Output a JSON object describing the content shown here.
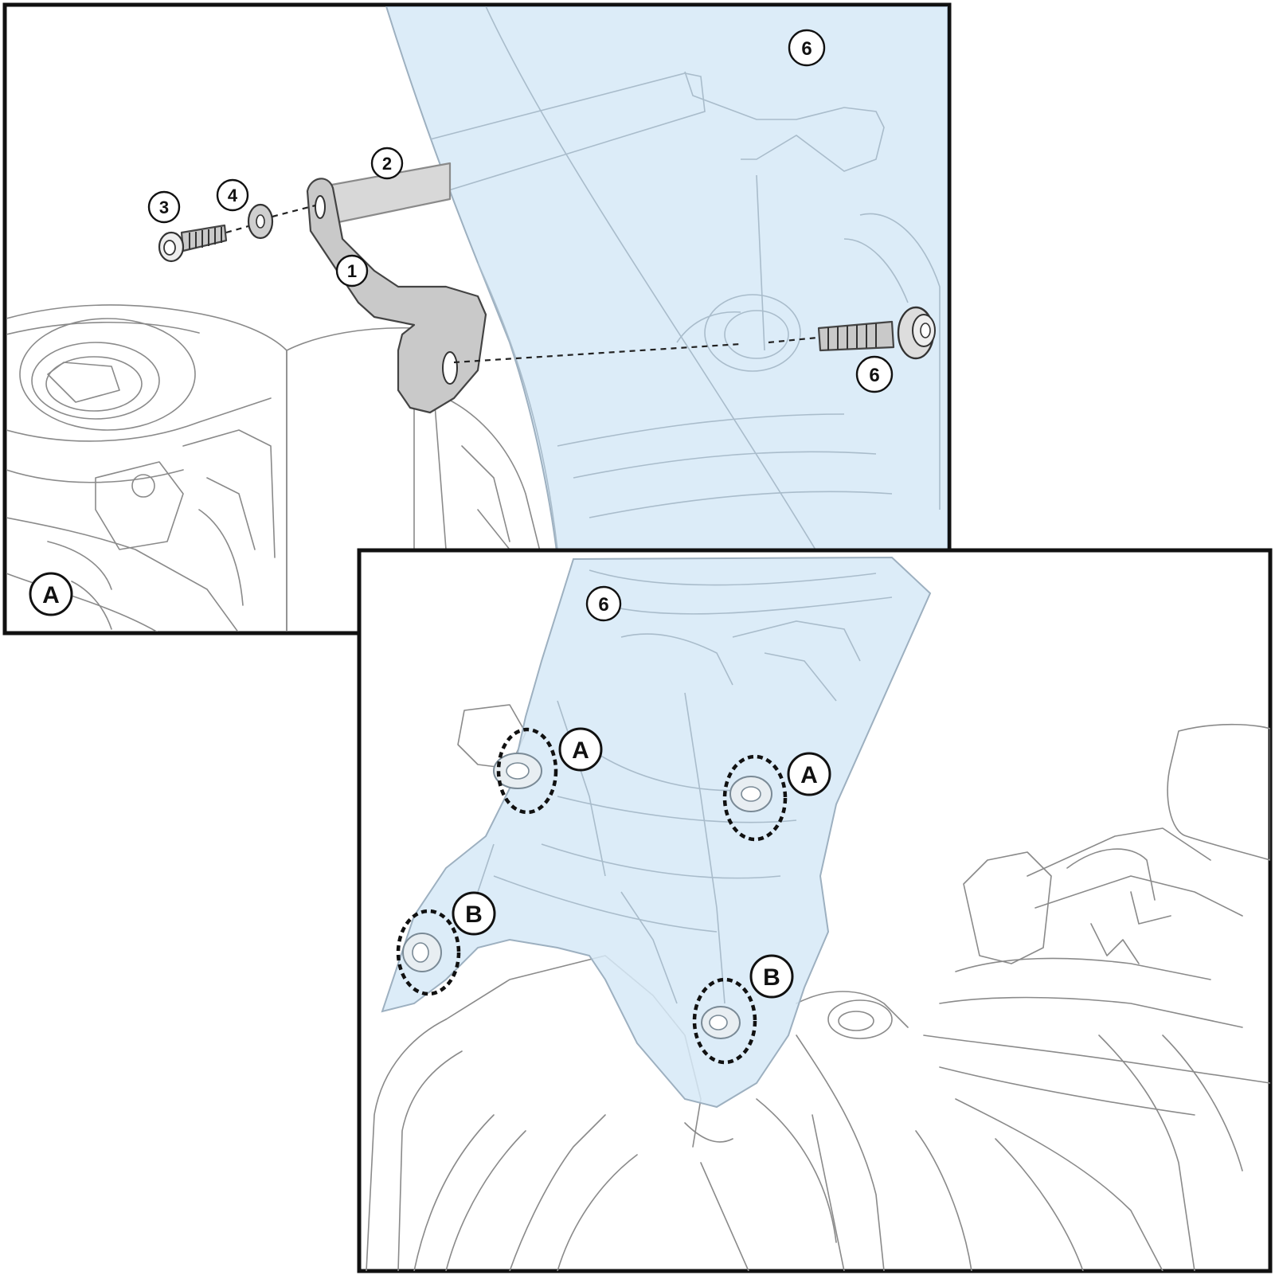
{
  "panel_top": {
    "callouts": {
      "bracket": "1",
      "crossbar": "2",
      "bolt": "3",
      "washer": "4",
      "windscreen": "6",
      "screen_bolt": "6",
      "view": "A"
    }
  },
  "panel_bottom": {
    "callouts": {
      "windscreen": "6",
      "point_a_left": "A",
      "point_a_right": "A",
      "point_b_left": "B",
      "point_b_right": "B"
    }
  },
  "colors": {
    "windscreen_tint": "#d6e9f7",
    "bracket_gray": "#c9c9c9",
    "outline": "#111111"
  }
}
